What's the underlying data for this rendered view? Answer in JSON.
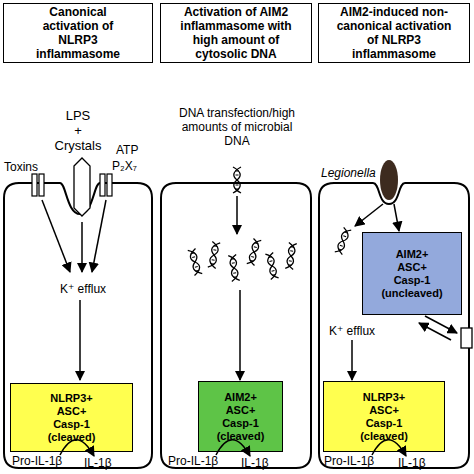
{
  "diagram": {
    "nodes": [
      {
        "text": [
          "Canonical activation of NLRP3 inflammasome"
        ]
      },
      {
        "text": [
          "Activation of AIM2 inflammasome with high amount of cytosolic DNA"
        ]
      },
      {
        "text": [
          "AIM2-induced non-canonical activation of NLRP3 inflammasome"
        ]
      },
      {
        "text": [
          "K⁺ efflux",
          "Pro-IL-1β",
          "IL-1β"
        ]
      },
      {
        "text": [
          "NLRP3+ ASC+ Casp-1 (cleaved)"
        ],
        "in": 3
      },
      {
        "text": [
          "Pro-IL-1β",
          "IL-1β"
        ]
      },
      {
        "text": [
          "AIM2+ ASC+ Casp-1 (cleaved)"
        ],
        "in": 5
      },
      {
        "text": [
          "K⁺ efflux",
          "Pro-IL-1β",
          "IL-1β"
        ]
      },
      {
        "text": [
          "AIM2+ ASC+ Casp-1 (uncleaved)"
        ],
        "in": 7
      },
      {
        "text": [
          "NLRP3+ ASC+ Casp-1 (cleaved)"
        ],
        "in": 7
      }
    ],
    "labels": [
      "LPS + Crystals",
      "Toxins",
      "ATP",
      "P₂X₇",
      "DNA transfection/high amounts of microbial DNA",
      "Legionella"
    ]
  }
}
